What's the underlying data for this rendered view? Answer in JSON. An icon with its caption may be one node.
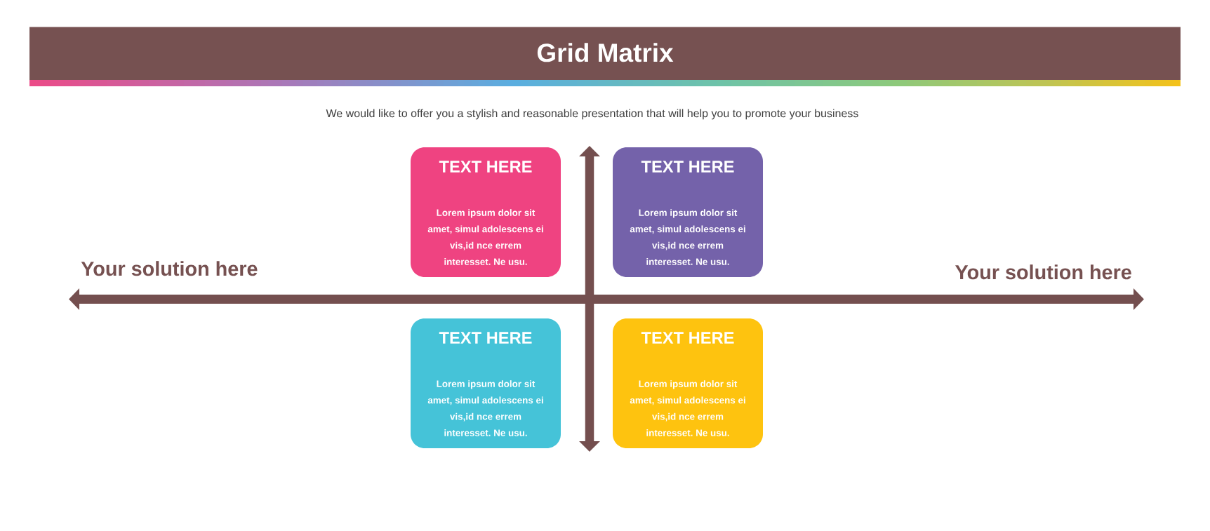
{
  "diagram": {
    "title": "Grid Matrix",
    "nodes": [
      {
        "text": [
          "TEXT HERE",
          "Lorem ipsum dolor sit amet, simul adolescens ei vis,id nce errem interesset. Ne usu."
        ]
      },
      {
        "text": [
          "TEXT HERE",
          "Lorem ipsum dolor sit amet, simul adolescens ei vis,id nce errem interesset. Ne usu."
        ]
      },
      {
        "text": [
          "TEXT HERE",
          "Lorem ipsum dolor sit amet, simul adolescens ei vis,id nce errem interesset. Ne usu."
        ]
      },
      {
        "text": [
          "TEXT HERE",
          "Lorem ipsum dolor sit amet, simul adolescens ei vis,id nce errem interesset. Ne usu."
        ]
      }
    ],
    "labels": [
      "We would like to offer you a stylish and reasonable presentation that will help you to promote your business",
      "Your solution here",
      "Your solution here"
    ]
  }
}
